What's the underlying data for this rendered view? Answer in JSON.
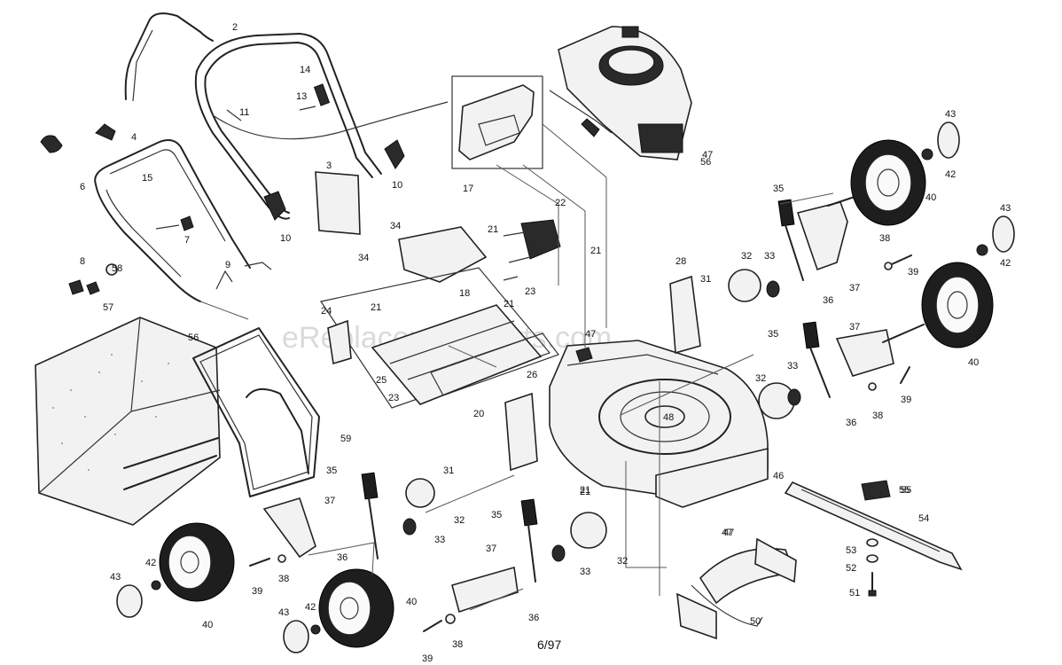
{
  "watermark": "eReplacementParts.com",
  "footer_date": "6/97",
  "callouts": [
    {
      "id": "c1",
      "text": "2"
    },
    {
      "id": "c2",
      "text": "14"
    },
    {
      "id": "c3",
      "text": "13"
    },
    {
      "id": "c4",
      "text": "11"
    },
    {
      "id": "c5",
      "text": "4"
    },
    {
      "id": "c6",
      "text": "15"
    },
    {
      "id": "c7",
      "text": "3"
    },
    {
      "id": "c8",
      "text": "10"
    },
    {
      "id": "c9",
      "text": "10"
    },
    {
      "id": "c10",
      "text": "7"
    },
    {
      "id": "c11",
      "text": "9"
    },
    {
      "id": "c12",
      "text": "8"
    },
    {
      "id": "c13",
      "text": "6"
    },
    {
      "id": "c14",
      "text": "58"
    },
    {
      "id": "c15",
      "text": "57"
    },
    {
      "id": "c16",
      "text": "56"
    },
    {
      "id": "c17",
      "text": "59"
    },
    {
      "id": "c18",
      "text": "17"
    },
    {
      "id": "c19",
      "text": "22"
    },
    {
      "id": "c20",
      "text": "21"
    },
    {
      "id": "c21",
      "text": "21"
    },
    {
      "id": "c22",
      "text": "34"
    },
    {
      "id": "c23",
      "text": "34"
    },
    {
      "id": "c24",
      "text": "18"
    },
    {
      "id": "c25",
      "text": "21"
    },
    {
      "id": "c26",
      "text": "23"
    },
    {
      "id": "c27",
      "text": "24"
    },
    {
      "id": "c28",
      "text": "21"
    },
    {
      "id": "c29",
      "text": "25"
    },
    {
      "id": "c30",
      "text": "26"
    },
    {
      "id": "c31",
      "text": "23"
    },
    {
      "id": "c32",
      "text": "20"
    },
    {
      "id": "c33",
      "text": "31"
    },
    {
      "id": "c34",
      "text": "21"
    },
    {
      "id": "c35",
      "text": "47"
    },
    {
      "id": "c36",
      "text": "48"
    },
    {
      "id": "c37",
      "text": "46"
    },
    {
      "id": "c38",
      "text": "47"
    },
    {
      "id": "c39",
      "text": "28"
    },
    {
      "id": "c40",
      "text": "31"
    },
    {
      "id": "c41",
      "text": "32"
    },
    {
      "id": "c42",
      "text": "33"
    },
    {
      "id": "c43",
      "text": "35"
    },
    {
      "id": "c44",
      "text": "36"
    },
    {
      "id": "c45",
      "text": "37"
    },
    {
      "id": "c46",
      "text": "38"
    },
    {
      "id": "c47",
      "text": "39"
    },
    {
      "id": "c48",
      "text": "40"
    },
    {
      "id": "c49",
      "text": "43"
    },
    {
      "id": "c50",
      "text": "42"
    },
    {
      "id": "c51",
      "text": "43"
    },
    {
      "id": "c52",
      "text": "42"
    },
    {
      "id": "c53",
      "text": "40"
    },
    {
      "id": "c54",
      "text": "35"
    },
    {
      "id": "c55",
      "text": "37"
    },
    {
      "id": "c56",
      "text": "32"
    },
    {
      "id": "c57",
      "text": "33"
    },
    {
      "id": "c58",
      "text": "36"
    },
    {
      "id": "c59",
      "text": "38"
    },
    {
      "id": "c60",
      "text": "39"
    },
    {
      "id": "c61",
      "text": "55"
    },
    {
      "id": "c62",
      "text": "54"
    },
    {
      "id": "c63",
      "text": "53"
    },
    {
      "id": "c64",
      "text": "52"
    },
    {
      "id": "c65",
      "text": "51"
    },
    {
      "id": "c66",
      "text": "50"
    },
    {
      "id": "c67",
      "text": "35"
    },
    {
      "id": "c68",
      "text": "37"
    },
    {
      "id": "c69",
      "text": "32"
    },
    {
      "id": "c70",
      "text": "33"
    },
    {
      "id": "c71",
      "text": "36"
    },
    {
      "id": "c72",
      "text": "39"
    },
    {
      "id": "c73",
      "text": "38"
    },
    {
      "id": "c74",
      "text": "43"
    },
    {
      "id": "c75",
      "text": "42"
    },
    {
      "id": "c76",
      "text": "40"
    },
    {
      "id": "c77",
      "text": "35"
    },
    {
      "id": "c78",
      "text": "37"
    },
    {
      "id": "c79",
      "text": "33"
    },
    {
      "id": "c80",
      "text": "36"
    },
    {
      "id": "c81",
      "text": "32"
    },
    {
      "id": "c82",
      "text": "43"
    },
    {
      "id": "c83",
      "text": "42"
    },
    {
      "id": "c84",
      "text": "40"
    },
    {
      "id": "c85",
      "text": "38"
    },
    {
      "id": "c86",
      "text": "39"
    },
    {
      "id": "c87",
      "text": "21"
    },
    {
      "id": "c88",
      "text": "47"
    },
    {
      "id": "c89",
      "text": "47"
    },
    {
      "id": "c90",
      "text": "56"
    },
    {
      "id": "c91",
      "text": "55"
    }
  ]
}
